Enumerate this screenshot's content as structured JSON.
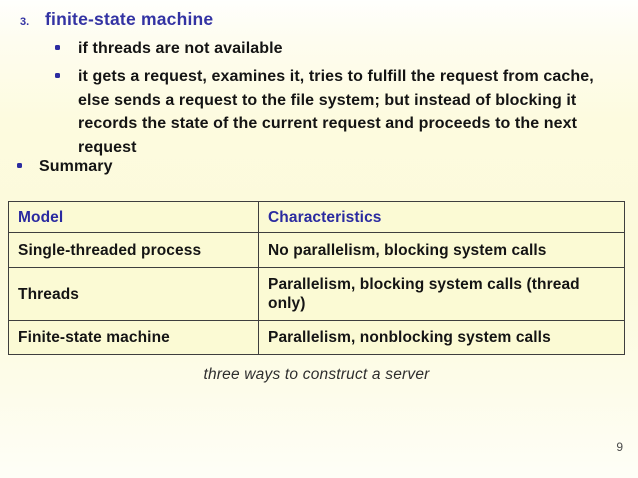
{
  "list": {
    "number_label": "3.",
    "heading": "finite-state machine",
    "bullets": [
      "if threads are not available",
      "it gets a request, examines it, tries to fulfill the request from cache, else sends a request to the file system; but instead of blocking it records the state of the current request and proceeds to the next request"
    ],
    "summary_label": "Summary"
  },
  "table": {
    "headers": [
      "Model",
      "Characteristics"
    ],
    "rows": [
      [
        "Single-threaded process",
        "No parallelism, blocking system calls"
      ],
      [
        "Threads",
        "Parallelism, blocking system calls (thread only)"
      ],
      [
        "Finite-state machine",
        "Parallelism, nonblocking system calls"
      ]
    ]
  },
  "caption": "three ways to construct a server",
  "page_number": "9",
  "colors": {
    "heading_blue": "#3333a3",
    "table_header_blue": "#2a2aa0",
    "bullet_dot": "#2c2ca0",
    "cell_background": "#fbfad4",
    "table_border": "#3e3e3e",
    "body_text": "#141414",
    "slide_center_tint": "#fcfada"
  }
}
